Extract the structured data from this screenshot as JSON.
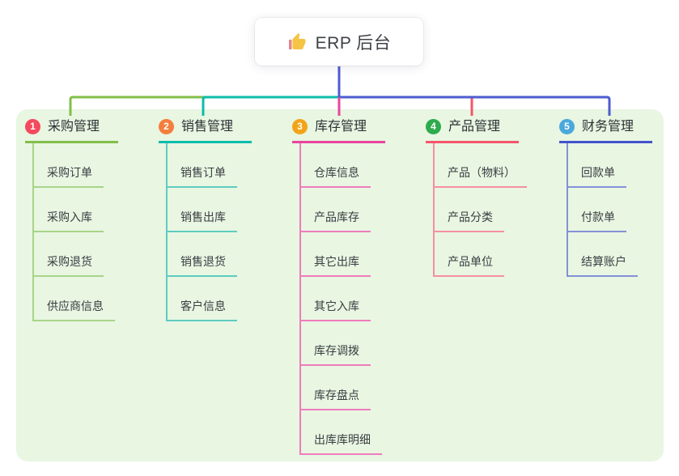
{
  "root": {
    "title": "ERP 后台",
    "icon": "thumbs-up"
  },
  "branches": [
    {
      "index": "1",
      "label": "采购管理",
      "badge_color": "#f5495d",
      "line_color": "#82bf4a",
      "child_line_color": "#a8d488",
      "items": [
        "采购订单",
        "采购入库",
        "采购退货",
        "供应商信息"
      ]
    },
    {
      "index": "2",
      "label": "销售管理",
      "badge_color": "#f57e3d",
      "line_color": "#0cbcab",
      "child_line_color": "#5fccc1",
      "items": [
        "销售订单",
        "销售出库",
        "销售退货",
        "客户信息"
      ]
    },
    {
      "index": "3",
      "label": "库存管理",
      "badge_color": "#f2a418",
      "line_color": "#e8459e",
      "child_line_color": "#ef7cbd",
      "items": [
        "仓库信息",
        "产品库存",
        "其它出库",
        "其它入库",
        "库存调拨",
        "库存盘点",
        "出库库明细"
      ]
    },
    {
      "index": "4",
      "label": "产品管理",
      "badge_color": "#2fab4f",
      "line_color": "#f4566a",
      "child_line_color": "#f78f9e",
      "items": [
        "产品（物料）",
        "产品分类",
        "产品单位"
      ]
    },
    {
      "index": "5",
      "label": "财务管理",
      "badge_color": "#4aa9dc",
      "line_color": "#4353cd",
      "child_line_color": "#8591d8",
      "items": [
        "回款单",
        "付款单",
        "结算账户"
      ]
    }
  ],
  "colors": {
    "panel_background": "#e8f6e2",
    "root_stem": "#4d5cd0",
    "root_card_background": "#ffffff",
    "title_text": "#3e4146",
    "item_text": "#3a3d42"
  }
}
